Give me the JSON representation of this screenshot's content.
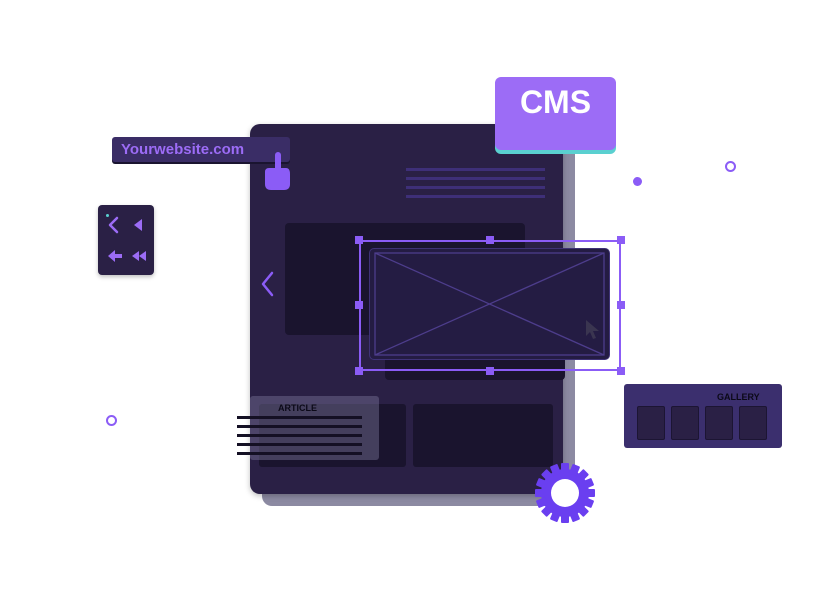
{
  "badge": {
    "label": "CMS"
  },
  "url_bar": {
    "text": "Yourwebsite.com"
  },
  "article": {
    "label": "ARTICLE"
  },
  "gallery": {
    "label": "GALLERY"
  },
  "icons": [
    "pointing-hand-icon",
    "chevron-left-icon",
    "play-left-icon",
    "arrow-left-icon",
    "rewind-icon",
    "cursor-icon",
    "gear-icon",
    "image-placeholder-icon"
  ],
  "colors": {
    "accent": "#9c6cf6",
    "window": "#2a2045",
    "window_shadow": "#8c8aa2",
    "dot_teal": "#2a9d9d",
    "dot_yellow": "#f5c842",
    "dot_red": "#c42c4a"
  }
}
